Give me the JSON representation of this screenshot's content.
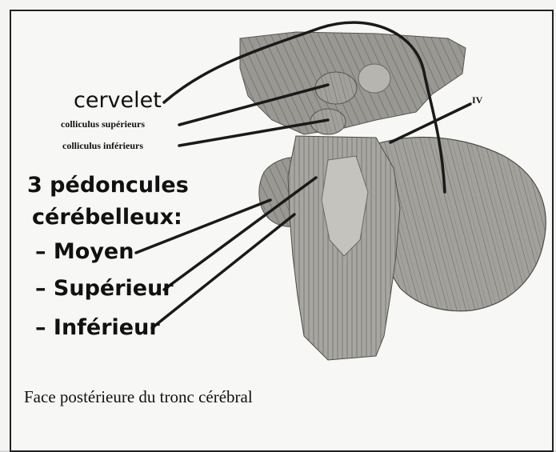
{
  "labels": {
    "cervelet": "cervelet",
    "colliculus_sup": "colliculus supérieurs",
    "colliculus_inf": "colliculus inférieurs",
    "pedoncules_line1": "3 pédoncules",
    "pedoncules_line2": "cérébelleux:",
    "moyen": "– Moyen",
    "superieur": "– Supérieur",
    "inferieur": "– Inférieur",
    "iv": "IV"
  },
  "caption": "Face postérieure du tronc cérébral",
  "colors": {
    "tissue": "#8e8c88",
    "tissue_dark": "#5f5d5a",
    "tissue_light": "#b9b7b2",
    "leader": "#1a1a1a"
  }
}
